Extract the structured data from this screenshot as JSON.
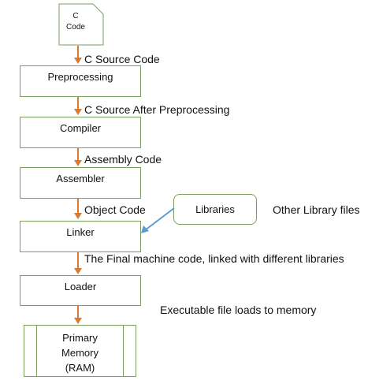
{
  "source_doc": {
    "line1": "C",
    "line2": "Code"
  },
  "steps": [
    {
      "label": "Preprocessing"
    },
    {
      "label": "Compiler"
    },
    {
      "label": "Assembler"
    },
    {
      "label": "Linker"
    },
    {
      "label": "Loader"
    }
  ],
  "memory": {
    "line1": "Primary",
    "line2": "Memory",
    "line3": "(RAM)"
  },
  "edges": [
    {
      "label": "C Source Code"
    },
    {
      "label": "C Source After Preprocessing"
    },
    {
      "label": "Assembly Code"
    },
    {
      "label": "Object Code"
    },
    {
      "label": "The Final machine code, linked with different libraries"
    }
  ],
  "libraries": {
    "label": "Libraries",
    "note": "Other Library files"
  },
  "loader_note": "Executable file loads to memory",
  "colors": {
    "box_border": "#7aa05f",
    "arrow": "#d97a33",
    "lib_arrow": "#5b9bd5"
  }
}
